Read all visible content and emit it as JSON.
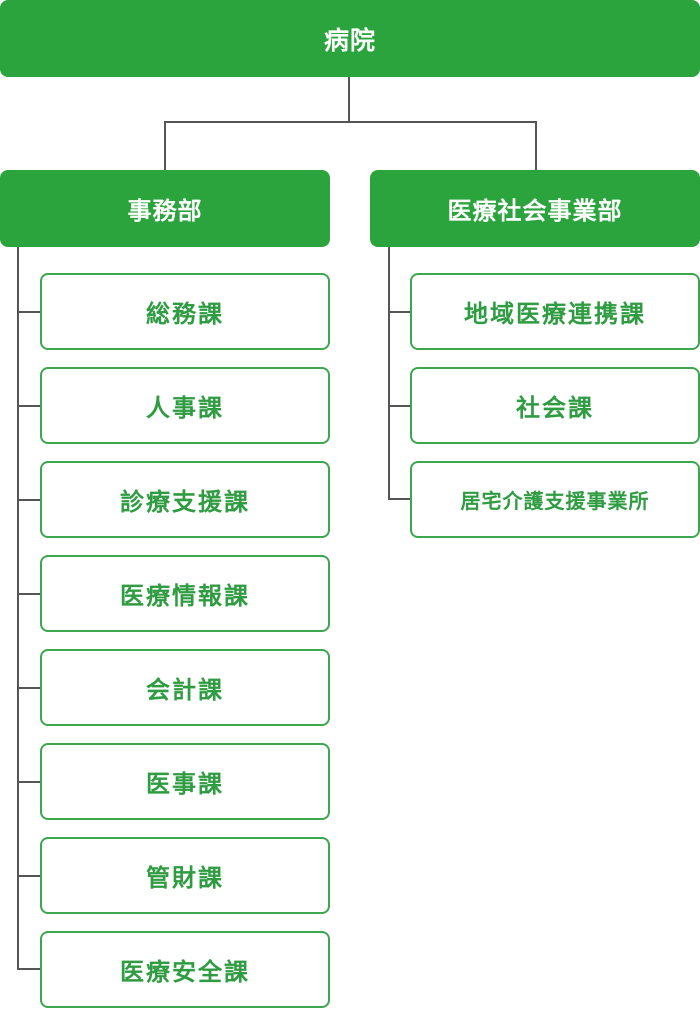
{
  "org_chart": {
    "root": {
      "label": "病院"
    },
    "departments": [
      {
        "label": "事務部",
        "sections": [
          {
            "label": "総務課"
          },
          {
            "label": "人事課"
          },
          {
            "label": "診療支援課"
          },
          {
            "label": "医療情報課"
          },
          {
            "label": "会計課"
          },
          {
            "label": "医事課"
          },
          {
            "label": "管財課"
          },
          {
            "label": "医療安全課"
          }
        ]
      },
      {
        "label": "医療社会事業部",
        "sections": [
          {
            "label": "地域医療連携課"
          },
          {
            "label": "社会課"
          },
          {
            "label": "居宅介護支援事業所"
          }
        ]
      }
    ]
  },
  "colors": {
    "primary_green": "#2ca43e",
    "outline_green": "#3da64e",
    "text_green": "#2f9c42",
    "connector_gray": "#555555"
  }
}
